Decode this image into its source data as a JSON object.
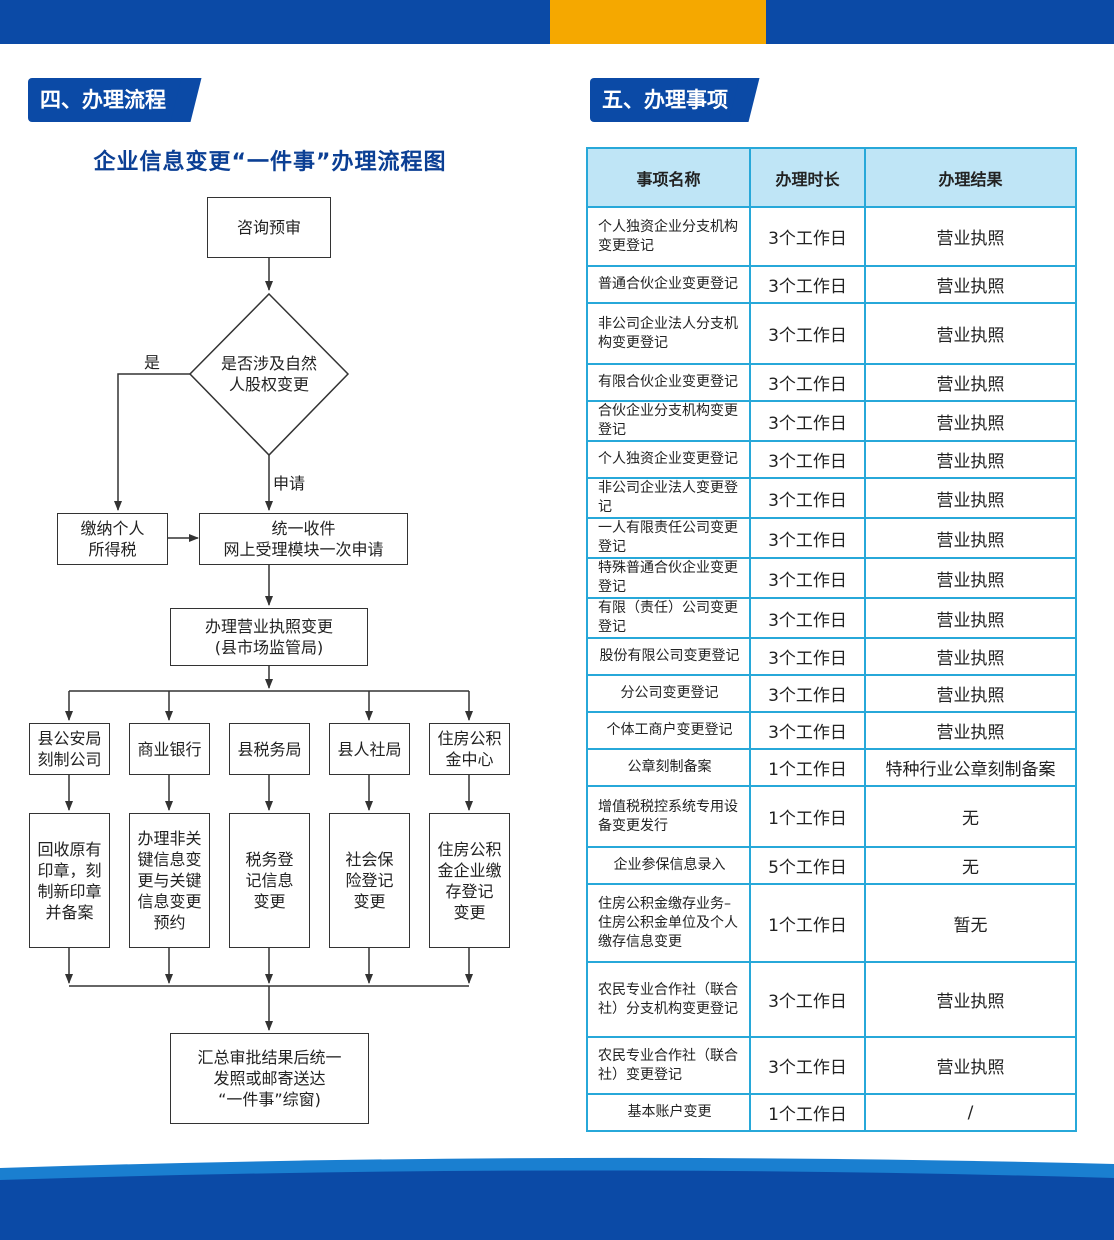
{
  "sections": {
    "process_title": "四、办理流程",
    "items_title": "五、办理事项"
  },
  "flow": {
    "title": "企业信息变更“一件事”办理流程图",
    "consult": "咨询预审",
    "decision_line1": "是否涉及自然",
    "decision_line2": "人股权变更",
    "yes_label": "是",
    "apply_label": "申请",
    "tax_line1": "缴纳个人",
    "tax_line2": "所得税",
    "unified_line1": "统一收件",
    "unified_line2": "网上受理模块一次申请",
    "license_line1": "办理营业执照变更",
    "license_line2": "(县市场监管局)",
    "depts": [
      {
        "name_line1": "县公安局",
        "name_line2": "刻制公司",
        "task": [
          "回收原有",
          "印章，刻",
          "制新印章",
          "并备案"
        ]
      },
      {
        "name_line1": "商业银行",
        "name_line2": "",
        "task": [
          "办理非关",
          "键信息变",
          "更与关键",
          "信息变更",
          "预约"
        ]
      },
      {
        "name_line1": "县税务局",
        "name_line2": "",
        "task": [
          "税务登",
          "记信息",
          "变更"
        ]
      },
      {
        "name_line1": "县人社局",
        "name_line2": "",
        "task": [
          "社会保",
          "险登记",
          "变更"
        ]
      },
      {
        "name_line1": "住房公积",
        "name_line2": "金中心",
        "task": [
          "住房公积",
          "金企业缴",
          "存登记",
          "变更"
        ]
      }
    ],
    "final_line1": "汇总审批结果后统一",
    "final_line2": "发照或邮寄送达",
    "final_line3": "“一件事”综窗)"
  },
  "items_table": {
    "headers": [
      "事项名称",
      "办理时长",
      "办理结果"
    ],
    "rows": [
      {
        "name": "个人独资企业分支机构变更登记",
        "time": "3个工作日",
        "result": "营业执照"
      },
      {
        "name": "普通合伙企业变更登记",
        "time": "3个工作日",
        "result": "营业执照"
      },
      {
        "name": "非公司企业法人分支机构变更登记",
        "time": "3个工作日",
        "result": "营业执照"
      },
      {
        "name": "有限合伙企业变更登记",
        "time": "3个工作日",
        "result": "营业执照"
      },
      {
        "name": "合伙企业分支机构变更登记",
        "time": "3个工作日",
        "result": "营业执照"
      },
      {
        "name": "个人独资企业变更登记",
        "time": "3个工作日",
        "result": "营业执照"
      },
      {
        "name": "非公司企业法人变更登记",
        "time": "3个工作日",
        "result": "营业执照"
      },
      {
        "name": "一人有限责任公司变更登记",
        "time": "3个工作日",
        "result": "营业执照"
      },
      {
        "name": "特殊普通合伙企业变更登记",
        "time": "3个工作日",
        "result": "营业执照"
      },
      {
        "name": "有限（责任）公司变更登记",
        "time": "3个工作日",
        "result": "营业执照"
      },
      {
        "name": "股份有限公司变更登记",
        "time": "3个工作日",
        "result": "营业执照"
      },
      {
        "name": "分公司变更登记",
        "time": "3个工作日",
        "result": "营业执照"
      },
      {
        "name": "个体工商户变更登记",
        "time": "3个工作日",
        "result": "营业执照"
      },
      {
        "name": "公章刻制备案",
        "time": "1个工作日",
        "result": "特种行业公章刻制备案"
      },
      {
        "name": "增值税税控系统专用设备变更发行",
        "time": "1个工作日",
        "result": "无"
      },
      {
        "name": "企业参保信息录入",
        "time": "5个工作日",
        "result": "无"
      },
      {
        "name": "住房公积金缴存业务–住房公积金单位及个人缴存信息变更",
        "time": "1个工作日",
        "result": "暂无"
      },
      {
        "name": "农民专业合作社（联合社）分支机构变更登记",
        "time": "3个工作日",
        "result": "营业执照"
      },
      {
        "name": "农民专业合作社（联合社）变更登记",
        "time": "3个工作日",
        "result": "营业执照"
      },
      {
        "name": "基本账户变更",
        "time": "1个工作日",
        "result": "/"
      }
    ]
  },
  "colors": {
    "brand_blue": "#0b4aa6",
    "accent_orange": "#f5a800",
    "table_border": "#27a8d9",
    "table_header_bg": "#bfe5f6"
  }
}
